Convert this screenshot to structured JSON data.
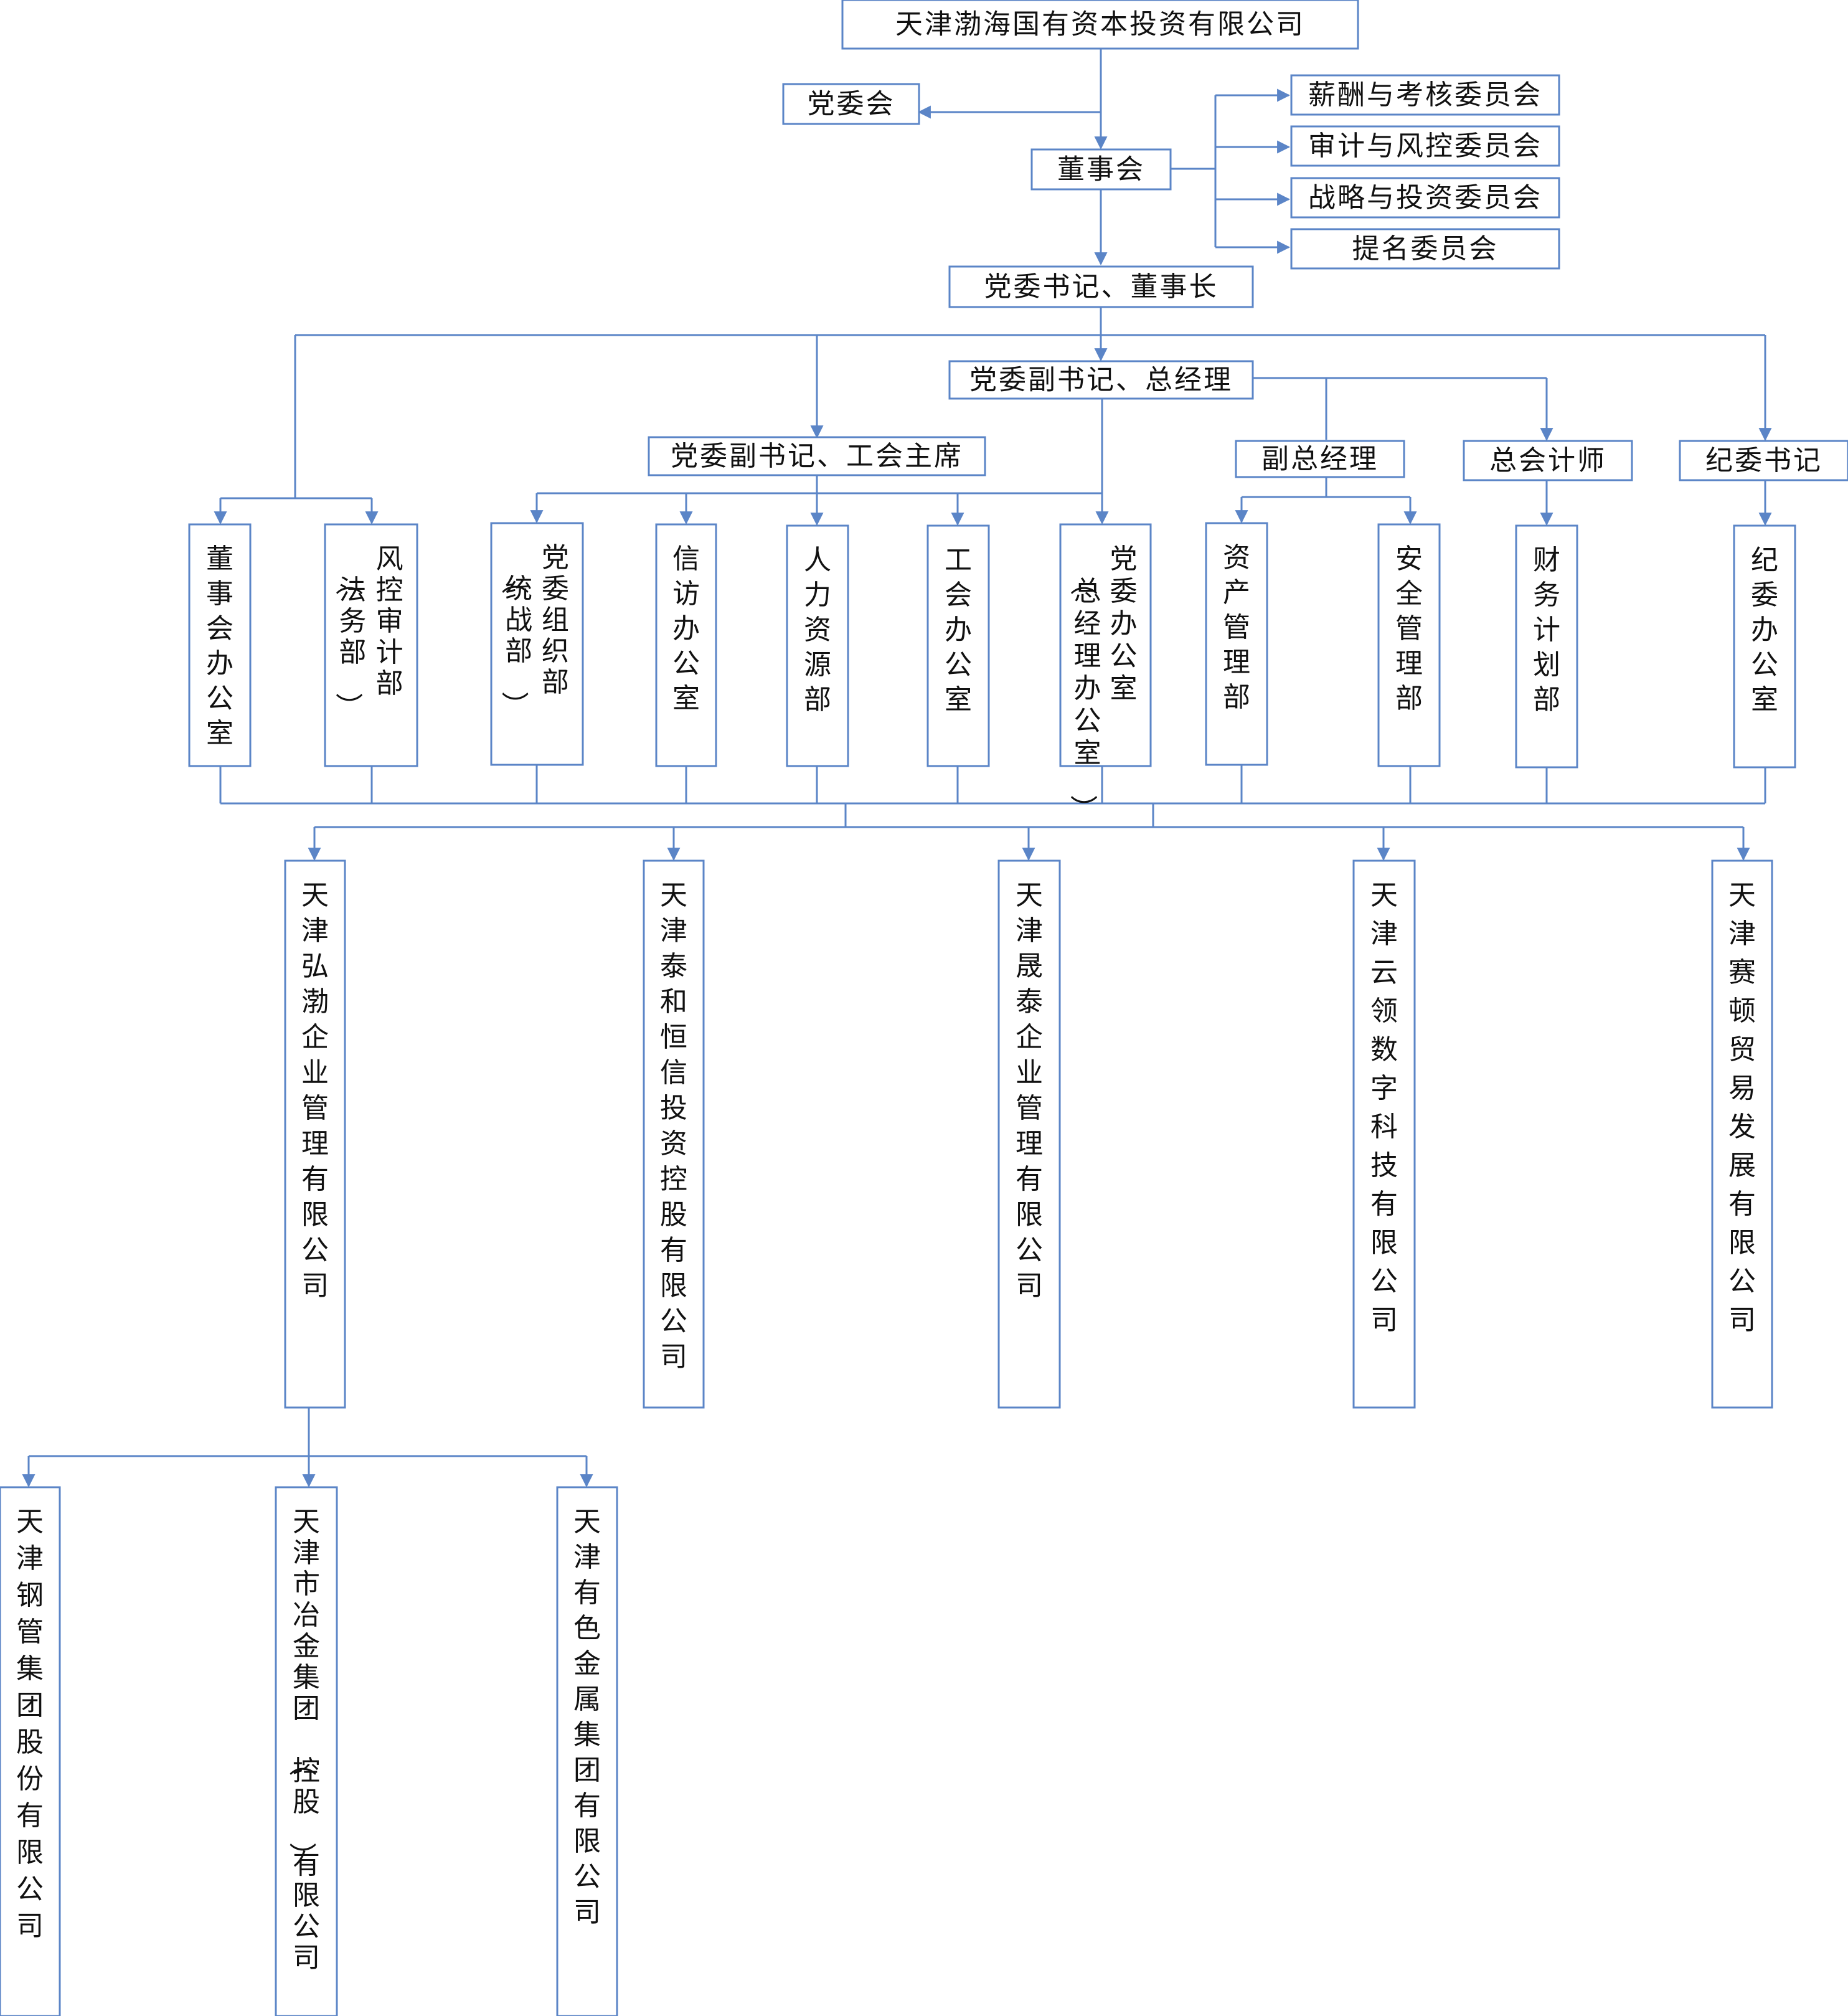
{
  "colors": {
    "line": "#5b85c7",
    "box_border": "#5b85c7",
    "text": "#111111",
    "background": "#ffffff"
  },
  "nodes": {
    "company": "天津渤海国有资本投资有限公司",
    "party_committee": "党委会",
    "board": "董事会",
    "committee_salary": "薪酬与考核委员会",
    "committee_audit": "审计与风控委员会",
    "committee_strategy": "战略与投资委员会",
    "committee_nomination": "提名委员会",
    "secretary_chairman": "党委书记、董事长",
    "deputy_secretary_gm": "党委副书记、总经理",
    "deputy_secretary_union": "党委副书记、工会主席",
    "deputy_gm": "副总经理",
    "chief_accountant": "总会计师",
    "discipline_secretary": "纪委书记",
    "dept_board_office": "董事会办公室",
    "dept_risk_audit": "风控审计部（法务部）",
    "dept_party_org": "党委组织部（统战部）",
    "dept_petition": "信访办公室",
    "dept_hr": "人力资源部",
    "dept_union_office": "工会办公室",
    "dept_party_office": "党委办公室（总经理办公室）",
    "dept_assets": "资产管理部",
    "dept_safety": "安全管理部",
    "dept_finance": "财务计划部",
    "dept_discipline": "纪委办公室",
    "sub_hongbo": "天津弘渤企业管理有限公司",
    "sub_taihe": "天津泰和恒信投资控股有限公司",
    "sub_shengtai": "天津晟泰企业管理有限公司",
    "sub_yunling": "天津云领数字科技有限公司",
    "sub_saidun": "天津赛顿贸易发展有限公司",
    "sub_steel_pipe": "天津钢管集团股份有限公司",
    "sub_metallurgy": "天津市冶金集团（控股）有限公司",
    "sub_nonferrous": "天津有色金属集团有限公司"
  }
}
